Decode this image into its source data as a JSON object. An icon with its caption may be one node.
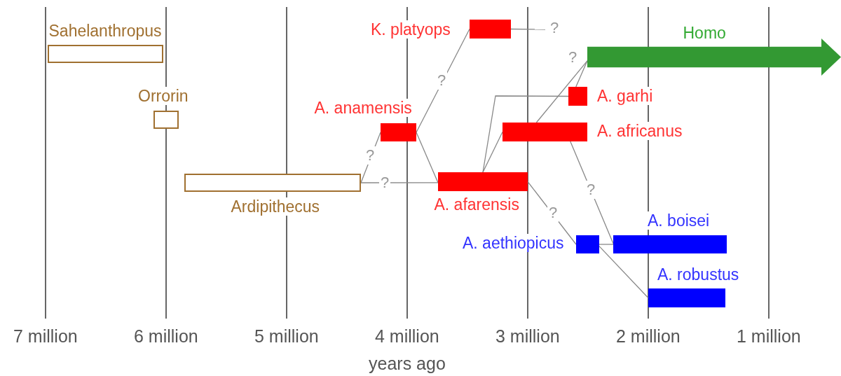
{
  "diagram": {
    "nodes": [
      {
        "text": [
          "Sahelanthropus"
        ]
      },
      {
        "text": [
          "K. platyops"
        ]
      },
      {
        "text": [
          "Homo"
        ]
      },
      {
        "text": [
          "A. garhi"
        ]
      },
      {
        "text": [
          "Orrorin"
        ]
      },
      {
        "text": [
          "A. anamensis"
        ]
      },
      {
        "text": [
          "A. africanus"
        ]
      },
      {
        "text": [
          "Ardipithecus"
        ]
      },
      {
        "text": [
          "A. afarensis"
        ]
      },
      {
        "text": [
          "A. aethiopicus"
        ]
      },
      {
        "text": [
          "A. boisei"
        ]
      },
      {
        "text": [
          "A. robustus"
        ]
      }
    ],
    "edges": [
      {
        "from": 7,
        "to": 5,
        "arrow": "none",
        "label": "?"
      },
      {
        "from": 7,
        "to": 8,
        "arrow": "none",
        "label": "?"
      },
      {
        "from": 5,
        "to": 1,
        "arrow": "none",
        "label": "?"
      },
      {
        "from": 5,
        "to": 8,
        "arrow": "none"
      },
      {
        "from": 8,
        "to": 3,
        "arrow": "none"
      },
      {
        "from": 8,
        "to": 6,
        "arrow": "none"
      },
      {
        "from": 6,
        "to": 2,
        "arrow": "none",
        "label": "?"
      },
      {
        "from": 3,
        "to": 2,
        "arrow": "none"
      },
      {
        "from": 1,
        "to": null,
        "arrow": "none",
        "label": "?"
      },
      {
        "from": 6,
        "to": 10,
        "arrow": "none",
        "label": "?"
      },
      {
        "from": 8,
        "to": 9,
        "arrow": "none",
        "label": "?"
      },
      {
        "from": 9,
        "to": 10,
        "arrow": "none"
      },
      {
        "from": 9,
        "to": 11,
        "arrow": "none"
      }
    ],
    "labels": [
      "7 million",
      "6 million",
      "5 million",
      "4 million",
      "3 million",
      "2 million",
      "1 million",
      "years ago"
    ]
  }
}
